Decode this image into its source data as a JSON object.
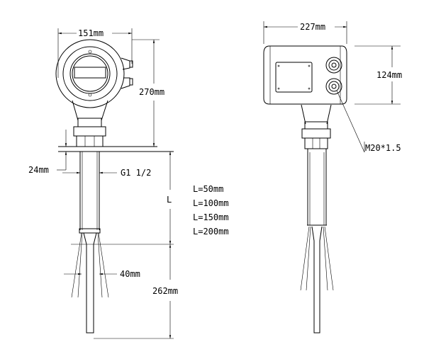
{
  "front_view": {
    "width_dim": "151mm",
    "height_dim": "270mm",
    "thread_height_dim": "24mm",
    "thread_label": "G1 1/2",
    "length_symbol": "L",
    "length_options": [
      "L=50mm",
      "L=100mm",
      "L=150mm",
      "L=200mm"
    ],
    "fork_width_dim": "40mm",
    "fork_length_dim": "262mm"
  },
  "side_view": {
    "width_dim": "227mm",
    "height_dim": "124mm",
    "cable_gland_label": "M20*1.5"
  }
}
